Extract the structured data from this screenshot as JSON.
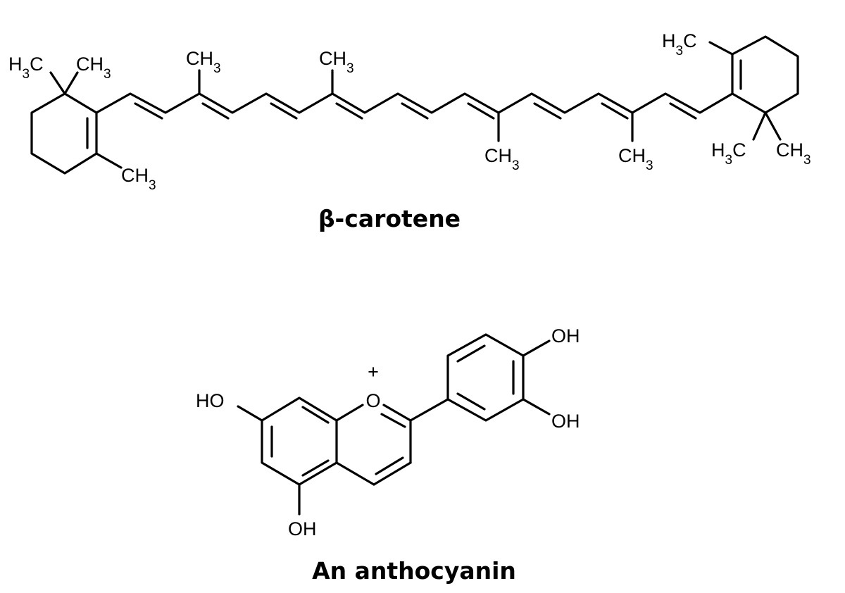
{
  "molecules": [
    {
      "name": "β-carotene",
      "labels": {
        "left_gem_a": "H3C",
        "left_gem_b": "CH3",
        "left_ring_me": "CH3",
        "chain_me_1": "CH3",
        "chain_me_2": "CH3",
        "chain_me_3": "CH3",
        "chain_me_4": "CH3",
        "right_ring_me": "H3C",
        "right_gem_a": "H3C",
        "right_gem_b": "CH3"
      }
    },
    {
      "name": "An anthocyanin",
      "labels": {
        "oh_7": "HO",
        "o_ring": "O",
        "charge": "+",
        "oh_5": "OH",
        "oh_3p": "OH",
        "oh_4p": "OH"
      }
    }
  ]
}
